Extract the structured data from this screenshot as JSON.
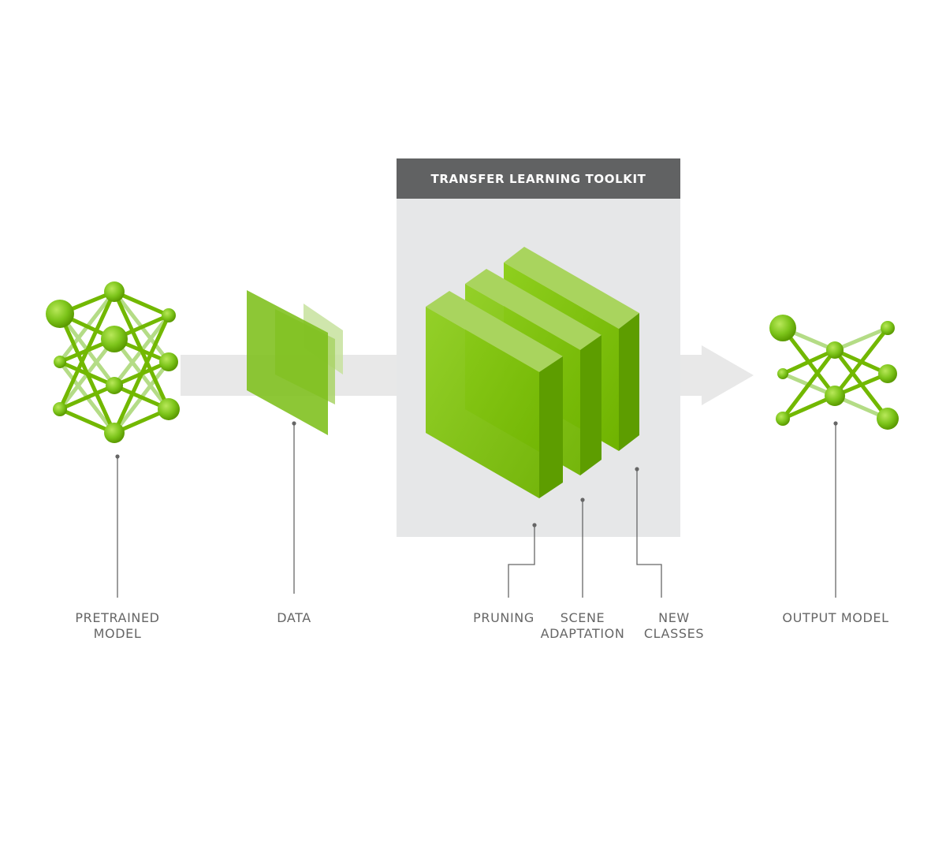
{
  "toolkit": {
    "title": "TRANSFER LEARNING TOOLKIT"
  },
  "labels": {
    "pretrained_model": [
      "PRETRAINED",
      "MODEL"
    ],
    "data": [
      "DATA"
    ],
    "pruning": [
      "PRUNING"
    ],
    "scene_adaptation": [
      "SCENE",
      "ADAPTATION"
    ],
    "new_classes": [
      "NEW",
      "CLASSES"
    ],
    "output_model": [
      "OUTPUT MODEL"
    ]
  },
  "colors": {
    "accent_green": "#76b900",
    "light_green": "#b7d88a",
    "header_gray": "#616263",
    "panel_gray": "#e6e7e8",
    "arrow_gray": "#e8e8e8",
    "label_gray": "#666666"
  }
}
